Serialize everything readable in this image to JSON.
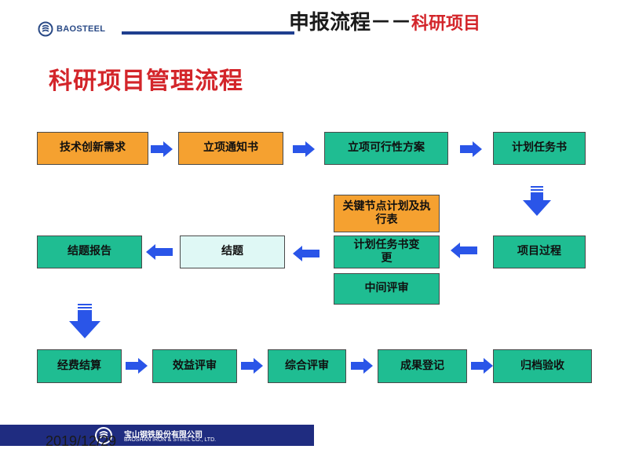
{
  "header": {
    "logo_text": "BAOSTEEL",
    "title": "申报流程－－",
    "title_accent": "科研项目"
  },
  "section_title": "科研项目管理流程",
  "flow": {
    "tech_innovation_needs": "技术创新需求",
    "project_notice": "立项通知书",
    "feasibility_plan": "立项可行性方案",
    "plan_task_book": "计划任务书",
    "project_process": "项目过程",
    "key_node_plan": "关键节点计划及执行表",
    "plan_task_book_change": "计划任务书变更",
    "midterm_review": "中间评审",
    "closing": "结题",
    "closing_report": "结题报告",
    "expense_settlement": "经费结算",
    "benefit_review": "效益评审",
    "comprehensive_review": "综合评审",
    "achievement_registration": "成果登记",
    "archive_acceptance": "归档验收"
  },
  "colors": {
    "orange": "#f5a130",
    "teal": "#1fbd92",
    "light_cyan": "#dff8f5",
    "arrow_blue": "#2a55e8",
    "title_red": "#d3252a",
    "footer_navy": "#1f2c80"
  },
  "footer": {
    "date": "2019/12/29",
    "company_cn": "宝山钢铁股份有限公司",
    "company_en": "BAOSHAN IRON & STEEL CO., LTD."
  }
}
